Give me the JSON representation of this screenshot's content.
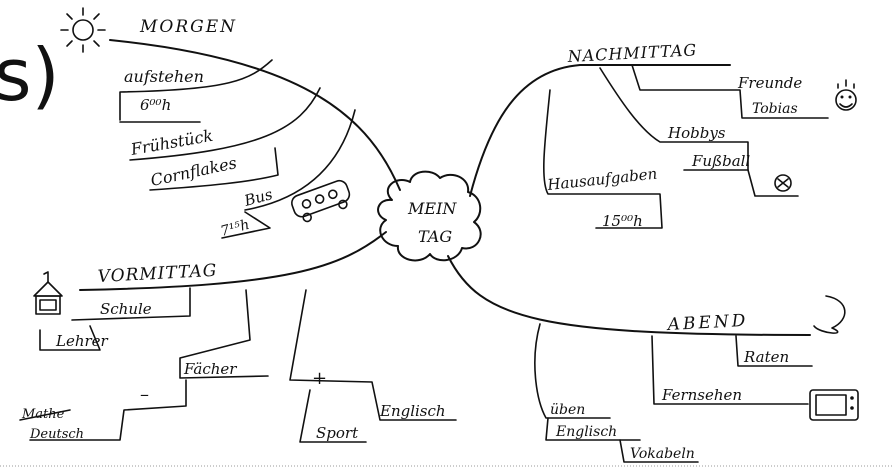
{
  "corner_text": "s)",
  "center": {
    "line1": "MEIN",
    "line2": "TAG"
  },
  "morgen": {
    "title": "MORGEN",
    "aufstehen": "aufstehen",
    "aufstehen_time": "6⁰⁰h",
    "fruehstueck": "Frühstück",
    "cornflakes": "Cornflakes",
    "bus": "Bus",
    "bus_time": "7¹⁵h"
  },
  "nachmittag": {
    "title": "NACHMITTAG",
    "freunde": "Freunde",
    "tobias": "Tobias",
    "hobbys": "Hobbys",
    "fussball": "Fußball",
    "hausaufgaben": "Hausaufgaben",
    "hausaufgaben_time": "15⁰⁰h"
  },
  "vormittag": {
    "title": "VORMITTAG",
    "schule": "Schule",
    "lehrer": "Lehrer",
    "faecher": "Fächer",
    "minus": "–",
    "plus": "+",
    "mathe": "Mathe",
    "deutsch": "Deutsch",
    "englisch": "Englisch",
    "sport": "Sport"
  },
  "abend": {
    "title": "ABEND",
    "raten": "Raten",
    "fernsehen": "Fernsehen",
    "ueben": "üben",
    "ueben_englisch": "Englisch",
    "vokabeln": "Vokabeln"
  }
}
